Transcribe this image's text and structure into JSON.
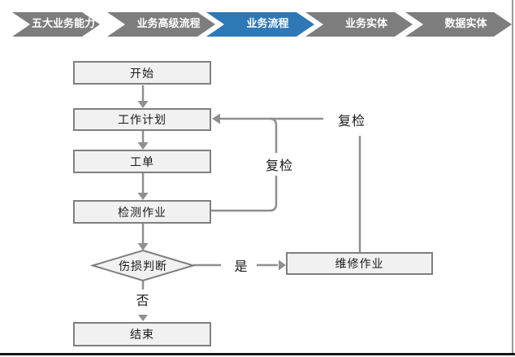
{
  "nav": {
    "items": [
      {
        "label": "五大业务能力",
        "active": false
      },
      {
        "label": "业务高级流程",
        "active": false
      },
      {
        "label": "业务流程",
        "active": true
      },
      {
        "label": "业务实体",
        "active": false
      },
      {
        "label": "数据实体",
        "active": false
      }
    ],
    "active_color": "#2E78B5",
    "inactive_color": "#7D7D7D",
    "text_color": "#FFFFFF"
  },
  "flowchart": {
    "nodes": [
      {
        "id": "start",
        "label": "开始",
        "type": "process"
      },
      {
        "id": "work-plan",
        "label": "工作计划",
        "type": "process"
      },
      {
        "id": "work-order",
        "label": "工单",
        "type": "process"
      },
      {
        "id": "inspection-job",
        "label": "检测作业",
        "type": "process"
      },
      {
        "id": "damage-decision",
        "label": "伤损判断",
        "type": "decision"
      },
      {
        "id": "repair-job",
        "label": "维修作业",
        "type": "process"
      },
      {
        "id": "end",
        "label": "结束",
        "type": "process"
      }
    ],
    "edges": {
      "yes": "是",
      "no": "否",
      "recheck_inner": "复检",
      "recheck_outer": "复检"
    },
    "colors": {
      "node_fill": "#F1F1F1",
      "node_border": "#7F7F7F",
      "connector": "#8F8F8F",
      "text": "#1A1A1A"
    }
  }
}
